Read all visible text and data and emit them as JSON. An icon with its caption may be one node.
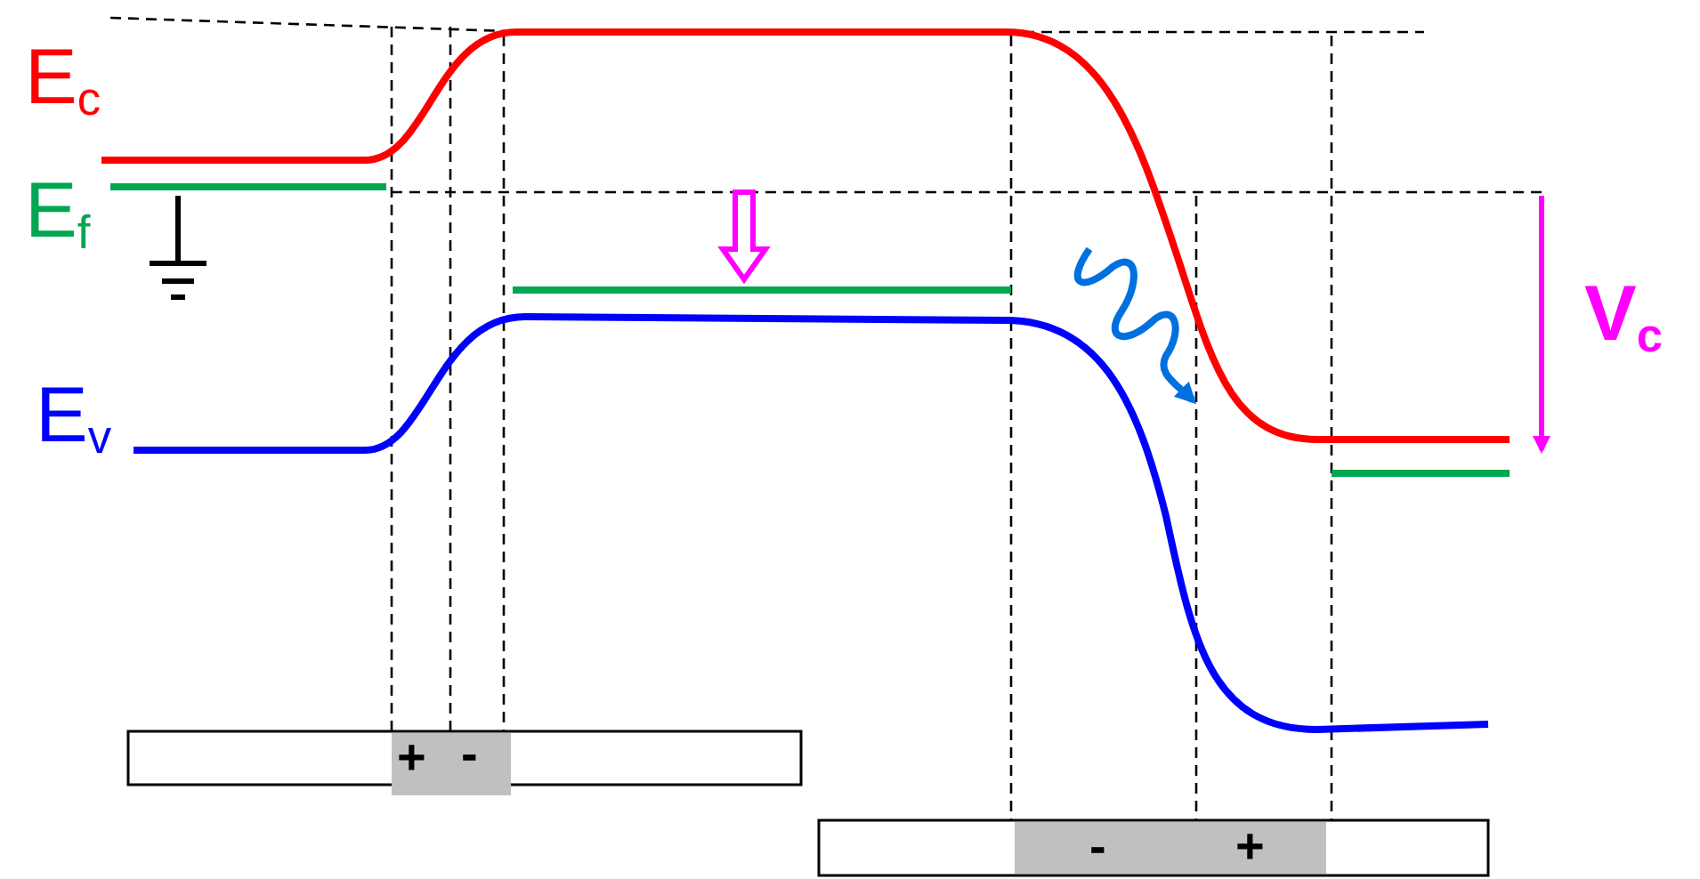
{
  "diagram": {
    "labels": [
      "E$_{c}$",
      "E$_{f}$",
      "E$_{v}$",
      "V$_{c}$",
      "+",
      "-",
      "-",
      "+"
    ]
  }
}
